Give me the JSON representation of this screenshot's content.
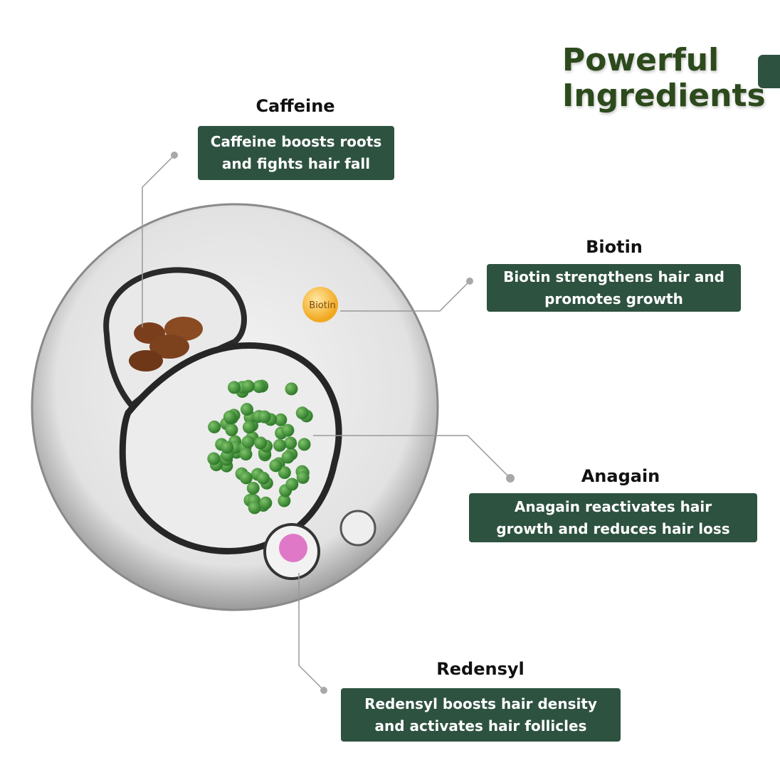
{
  "heading": {
    "line1": "Powerful",
    "line2": "Ingredients"
  },
  "colors": {
    "box": "#2e5240",
    "heading": "#2c4a1c"
  },
  "biotin_capsule_label": "Biotin",
  "ingredients": [
    {
      "name": "Caffeine",
      "line1": "Caffeine boosts roots",
      "line2": "and fights hair fall"
    },
    {
      "name": "Biotin",
      "line1": "Biotin strengthens hair and",
      "line2": "promotes growth"
    },
    {
      "name": "Anagain",
      "line1": "Anagain reactivates hair",
      "line2": "growth and reduces hair loss"
    },
    {
      "name": "Redensyl",
      "line1": "Redensyl boosts hair density",
      "line2": "and activates hair follicles"
    }
  ]
}
